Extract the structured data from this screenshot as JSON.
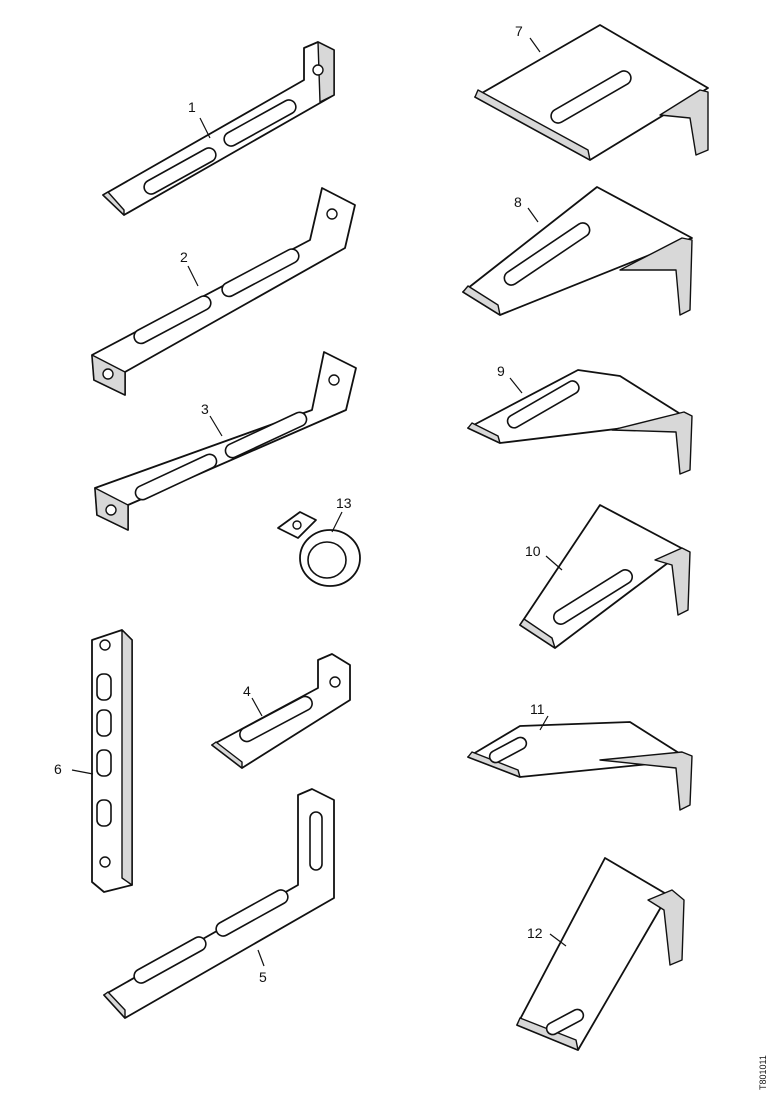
{
  "callouts": {
    "c1": "1",
    "c2": "2",
    "c3": "3",
    "c4": "4",
    "c5": "5",
    "c6": "6",
    "c7": "7",
    "c8": "8",
    "c9": "9",
    "c10": "10",
    "c11": "11",
    "c12": "12",
    "c13": "13"
  },
  "drawing_code": "T801011"
}
